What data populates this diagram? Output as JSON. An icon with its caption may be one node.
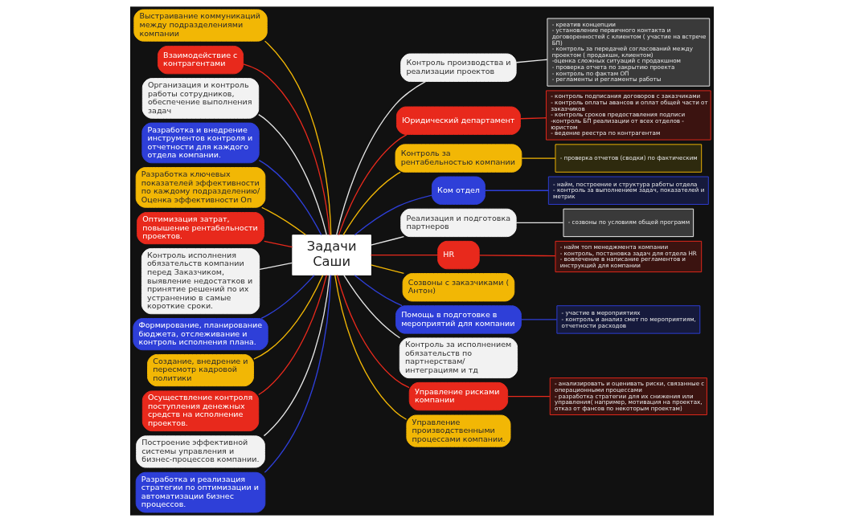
{
  "diagram": {
    "nodes": [
      {
        "text": [
          "Задачи Саши"
        ]
      },
      {
        "text": [
          "Выстраивание коммуникаций между подразделениями компании"
        ]
      },
      {
        "text": [
          "Взаимодействие с контрагентами"
        ]
      },
      {
        "text": [
          "Организация и контроль работы сотрудников, обеспечение выполнения задач"
        ]
      },
      {
        "text": [
          "Разработка и внедрение инструментов контроля и отчетности для каждого отдела компании."
        ]
      },
      {
        "text": [
          "Разработка ключевых показателей эффективности по каждому подразделению/ Оценка эффективности Оп"
        ]
      },
      {
        "text": [
          "Оптимизация затрат, повышение рентабельности проектов."
        ]
      },
      {
        "text": [
          "Контроль исполнения обязательств компании перед Заказчиком, выявление недостатков и принятие решений по их устранению в самые короткие сроки."
        ]
      },
      {
        "text": [
          "Формирование, планирование бюджета, отслеживание и контроль исполнения плана."
        ]
      },
      {
        "text": [
          "Создание, внедрение и пересмотр кадровой политики"
        ]
      },
      {
        "text": [
          "Осуществление контроля поступления денежных средств на исполнение проектов."
        ]
      },
      {
        "text": [
          "Построение эффективной системы управления и бизнес-процессов компании."
        ]
      },
      {
        "text": [
          "Разработка и реализация стратегии по оптимизации и автоматизации бизнес процессов."
        ]
      },
      {
        "text": [
          "Контроль производства и реализации проектов"
        ]
      },
      {
        "text": [
          "- креатив концепции",
          "- установление первичного контакта и договоренностей с клиентом ( участие на встрече БП)",
          "- контроль за передачей согласований между проектом ( продакшн, клиентом)",
          "-оценка сложных ситуаций с продакшном",
          "- проверка отчета по закрытию проекта",
          "- контроль по фактам ОП",
          "- регламенты и регламенты работы"
        ]
      },
      {
        "text": [
          "Юридический департамент"
        ]
      },
      {
        "text": [
          "- контроль подписания договоров с заказчиками",
          "- контроль оплаты авансов и оплат общей части от заказчиков",
          "- контроль сроков предоставления подписи",
          "-контроль БП реализации от всех отделов - юристом",
          "- ведение реестра по контрагентам"
        ]
      },
      {
        "text": [
          "Контроль за рентабельностью компании"
        ]
      },
      {
        "text": [
          "- проверка отчетов (сводки) по фактическим"
        ]
      },
      {
        "text": [
          "Ком отдел"
        ]
      },
      {
        "text": [
          "- найм, построение и структура работы отдела",
          "- контроль за выполнением задач, показателей и метрик"
        ]
      },
      {
        "text": [
          "Реализация и подготовка партнеров"
        ]
      },
      {
        "text": [
          "- созвоны по условиям общей программ"
        ]
      },
      {
        "text": [
          "HR"
        ]
      },
      {
        "text": [
          "- найм топ менеджмента компании",
          "- контроль, постановка задач для отдела HR",
          "- вовлечение в написание регламентов и инструкций для компании"
        ]
      },
      {
        "text": [
          "Созвоны с заказчиками ( Антон)"
        ]
      },
      {
        "text": [
          " Помощь в подготовке в мероприятий для компании"
        ]
      },
      {
        "text": [
          "- участие в мероприятиях",
          "- контроль и анализ смет по мероприятиям, отчетности расходов"
        ]
      },
      {
        "text": [
          "Контроль за исполнением обязательств по партнерствам/ интеграциям и тд"
        ]
      },
      {
        "text": [
          " Управление рисками компании"
        ]
      },
      {
        "text": [
          "- анализировать и оценивать риски, связанные с операционными процессами",
          "- разработка стратегии для их снижения или управления( например, мотивация на проектах, отказ от фансов по некоторым проектам)"
        ]
      },
      {
        "text": [
          "Управление производственными процессами компании."
        ]
      }
    ],
    "edges": [
      {
        "from": 0,
        "to": 1,
        "arrow": "none",
        "color": "#f2b705"
      },
      {
        "from": 0,
        "to": 2,
        "arrow": "none",
        "color": "#e8291c"
      },
      {
        "from": 0,
        "to": 3,
        "arrow": "none",
        "color": "#e6e6e6"
      },
      {
        "from": 0,
        "to": 4,
        "arrow": "none",
        "color": "#2e3fd8"
      },
      {
        "from": 0,
        "to": 5,
        "arrow": "none",
        "color": "#f2b705"
      },
      {
        "from": 0,
        "to": 6,
        "arrow": "none",
        "color": "#e8291c"
      },
      {
        "from": 0,
        "to": 7,
        "arrow": "none",
        "color": "#e6e6e6"
      },
      {
        "from": 0,
        "to": 8,
        "arrow": "none",
        "color": "#2e3fd8"
      },
      {
        "from": 0,
        "to": 9,
        "arrow": "none",
        "color": "#f2b705"
      },
      {
        "from": 0,
        "to": 10,
        "arrow": "none",
        "color": "#e8291c"
      },
      {
        "from": 0,
        "to": 11,
        "arrow": "none",
        "color": "#e6e6e6"
      },
      {
        "from": 0,
        "to": 12,
        "arrow": "none",
        "color": "#2e3fd8"
      },
      {
        "from": 0,
        "to": 13,
        "arrow": "none",
        "color": "#e6e6e6"
      },
      {
        "from": 13,
        "to": 14,
        "arrow": "none",
        "color": "#e6e6e6"
      },
      {
        "from": 0,
        "to": 15,
        "arrow": "none",
        "color": "#e8291c"
      },
      {
        "from": 15,
        "to": 16,
        "arrow": "none",
        "color": "#e8291c"
      },
      {
        "from": 0,
        "to": 17,
        "arrow": "none",
        "color": "#f2b705"
      },
      {
        "from": 17,
        "to": 18,
        "arrow": "none",
        "color": "#f2b705"
      },
      {
        "from": 0,
        "to": 19,
        "arrow": "none",
        "color": "#2e3fd8"
      },
      {
        "from": 19,
        "to": 20,
        "arrow": "none",
        "color": "#2e3fd8"
      },
      {
        "from": 0,
        "to": 21,
        "arrow": "none",
        "color": "#e6e6e6"
      },
      {
        "from": 21,
        "to": 22,
        "arrow": "none",
        "color": "#e6e6e6"
      },
      {
        "from": 0,
        "to": 23,
        "arrow": "none",
        "color": "#e8291c"
      },
      {
        "from": 23,
        "to": 24,
        "arrow": "none",
        "color": "#e8291c"
      },
      {
        "from": 0,
        "to": 25,
        "arrow": "none",
        "color": "#f2b705"
      },
      {
        "from": 0,
        "to": 26,
        "arrow": "none",
        "color": "#2e3fd8"
      },
      {
        "from": 26,
        "to": 27,
        "arrow": "none",
        "color": "#2e3fd8"
      },
      {
        "from": 0,
        "to": 28,
        "arrow": "none",
        "color": "#e6e6e6"
      },
      {
        "from": 0,
        "to": 29,
        "arrow": "none",
        "color": "#e8291c"
      },
      {
        "from": 29,
        "to": 30,
        "arrow": "none",
        "color": "#e8291c"
      },
      {
        "from": 0,
        "to": 31,
        "arrow": "none",
        "color": "#f2b705"
      }
    ]
  }
}
